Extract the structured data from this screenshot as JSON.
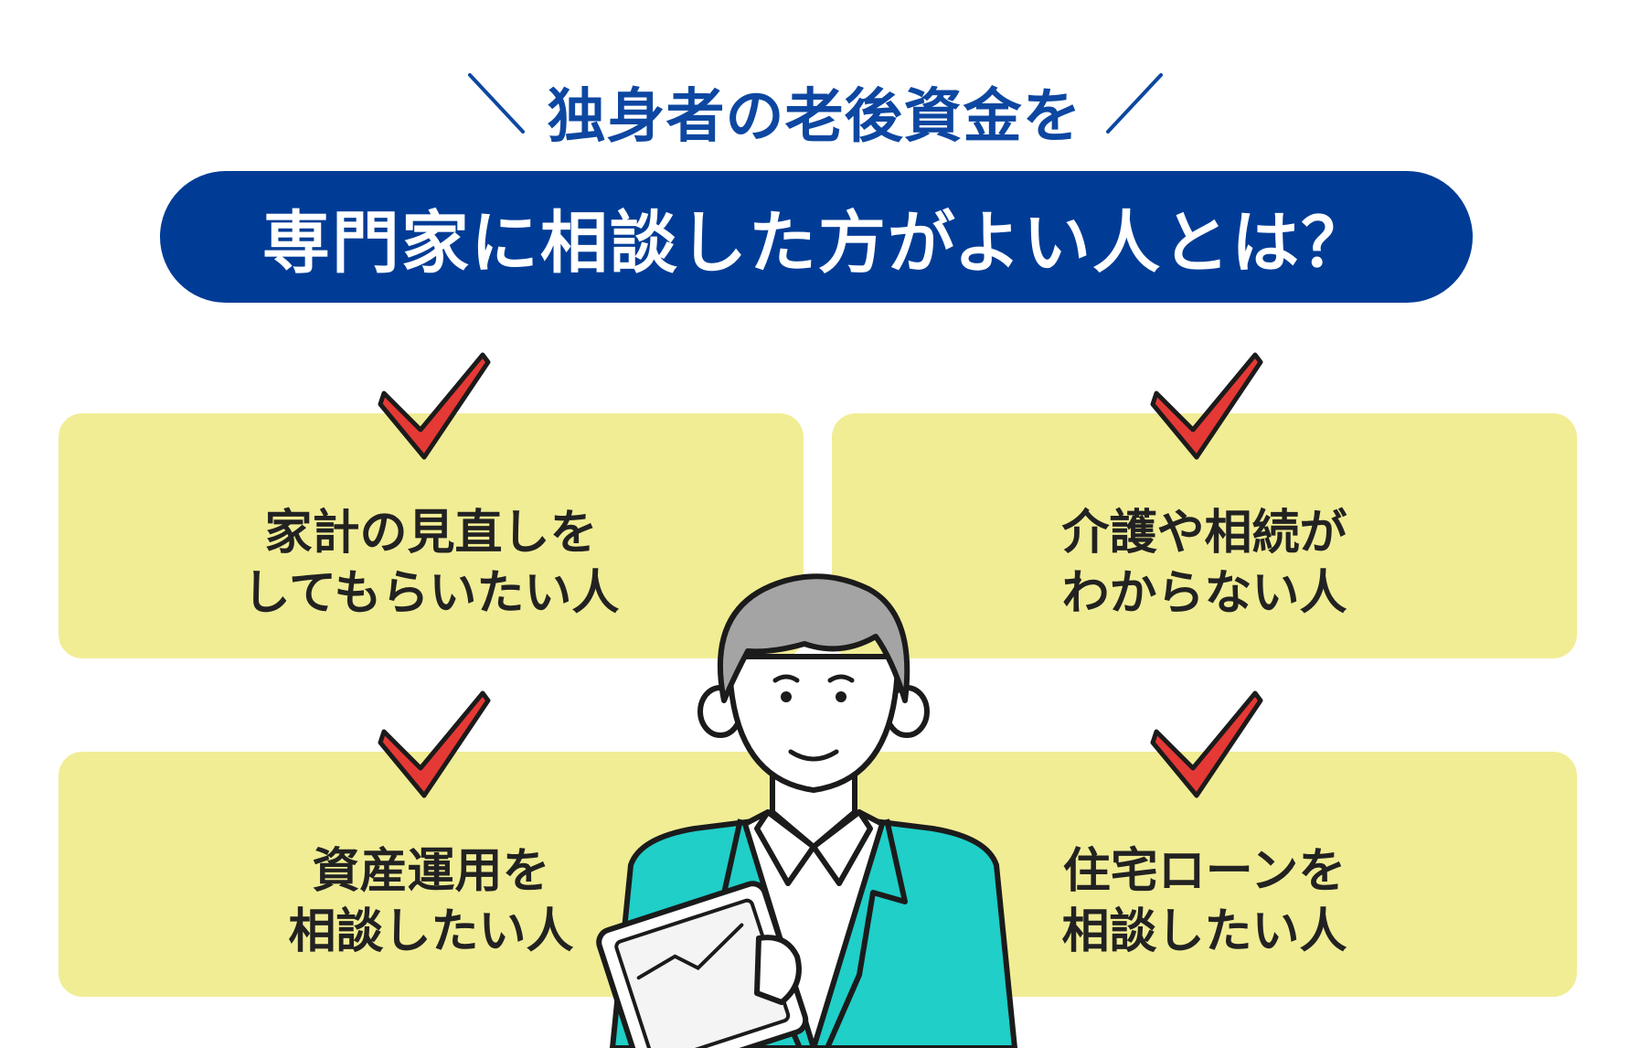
{
  "header": {
    "subtitle": "独身者の老後資金を",
    "title": "専門家に相談した方がよい人とは？"
  },
  "cards": [
    {
      "line1": "家計の見直しを",
      "line2": "してもらいたい人"
    },
    {
      "line1": "介護や相続が",
      "line2": "わからない人"
    },
    {
      "line1": "資産運用を",
      "line2": "相談したい人"
    },
    {
      "line1": "住宅ローンを",
      "line2": "相談したい人"
    }
  ],
  "colors": {
    "title_band": "#003c96",
    "subtitle_text": "#0d47a1",
    "card_bg": "#f1ed95",
    "check": "#e53935",
    "jacket": "#1fcfc8",
    "hair": "#a4a4a4"
  },
  "icons": [
    "check-icon",
    "businessman-illustration"
  ]
}
